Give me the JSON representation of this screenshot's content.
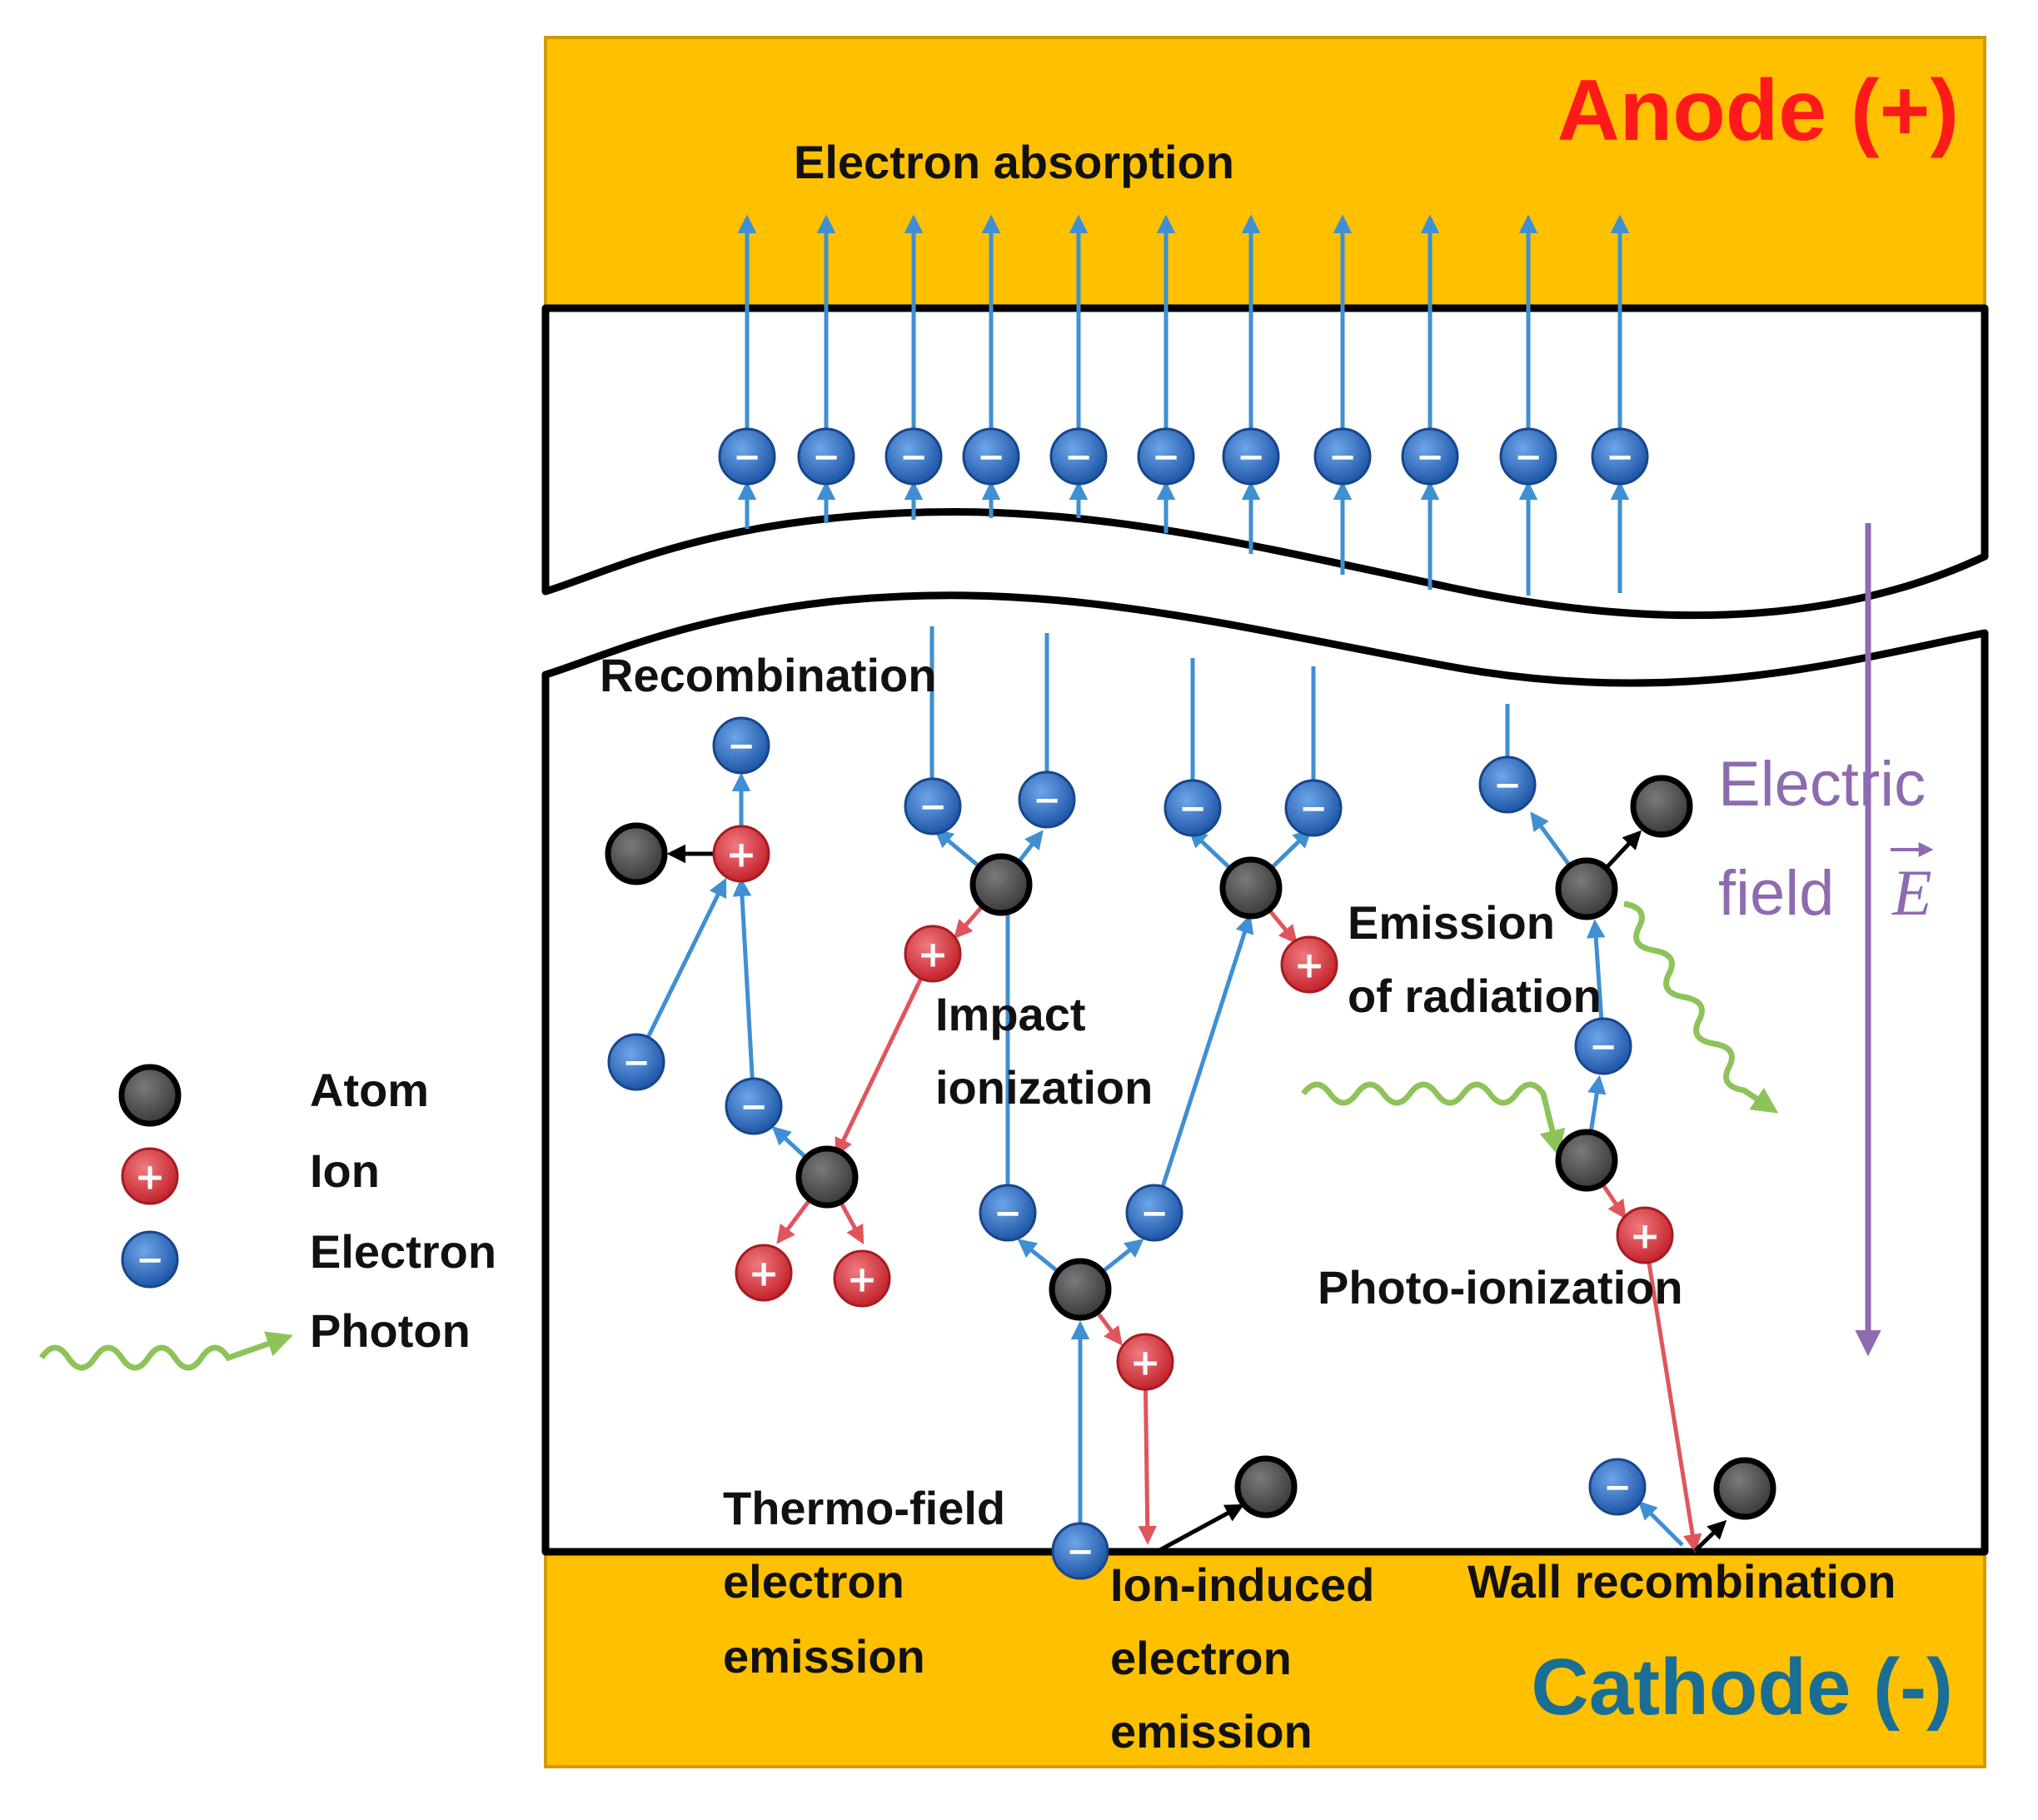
{
  "electrodes": {
    "anode_label": "Anode (+)",
    "cathode_label": "Cathode (-)",
    "anode_color": "#ff1a1a",
    "cathode_color": "#1a6e96",
    "plate_color": "#ffc000"
  },
  "processes": {
    "electron_absorption": "Electron absorption",
    "recombination": "Recombination",
    "impact_ionization_1": "Impact",
    "impact_ionization_2": "ionization",
    "emission_radiation_1": "Emission",
    "emission_radiation_2": "of radiation",
    "photo_ionization": "Photo-ionization",
    "thermo_field_1": "Thermo-field",
    "thermo_field_2": "electron",
    "thermo_field_3": "emission",
    "ion_induced_1": "Ion-induced",
    "ion_induced_2": "electron",
    "ion_induced_3": "emission",
    "wall_recombination": "Wall recombination"
  },
  "field": {
    "label_1": "Electric",
    "label_2": "field",
    "symbol": "E",
    "color": "#8e6bb0"
  },
  "legend": {
    "atom": "Atom",
    "ion": "Ion",
    "electron": "Electron",
    "photon": "Photon"
  },
  "particle_signs": {
    "electron": "−",
    "ion": "+"
  },
  "colors": {
    "electron": "#2e6fc4",
    "ion": "#d9363e",
    "atom": "#4d4d4d",
    "electron_path": "#3f8fd2",
    "ion_path": "#e0555c",
    "photon": "#8ec35a"
  }
}
